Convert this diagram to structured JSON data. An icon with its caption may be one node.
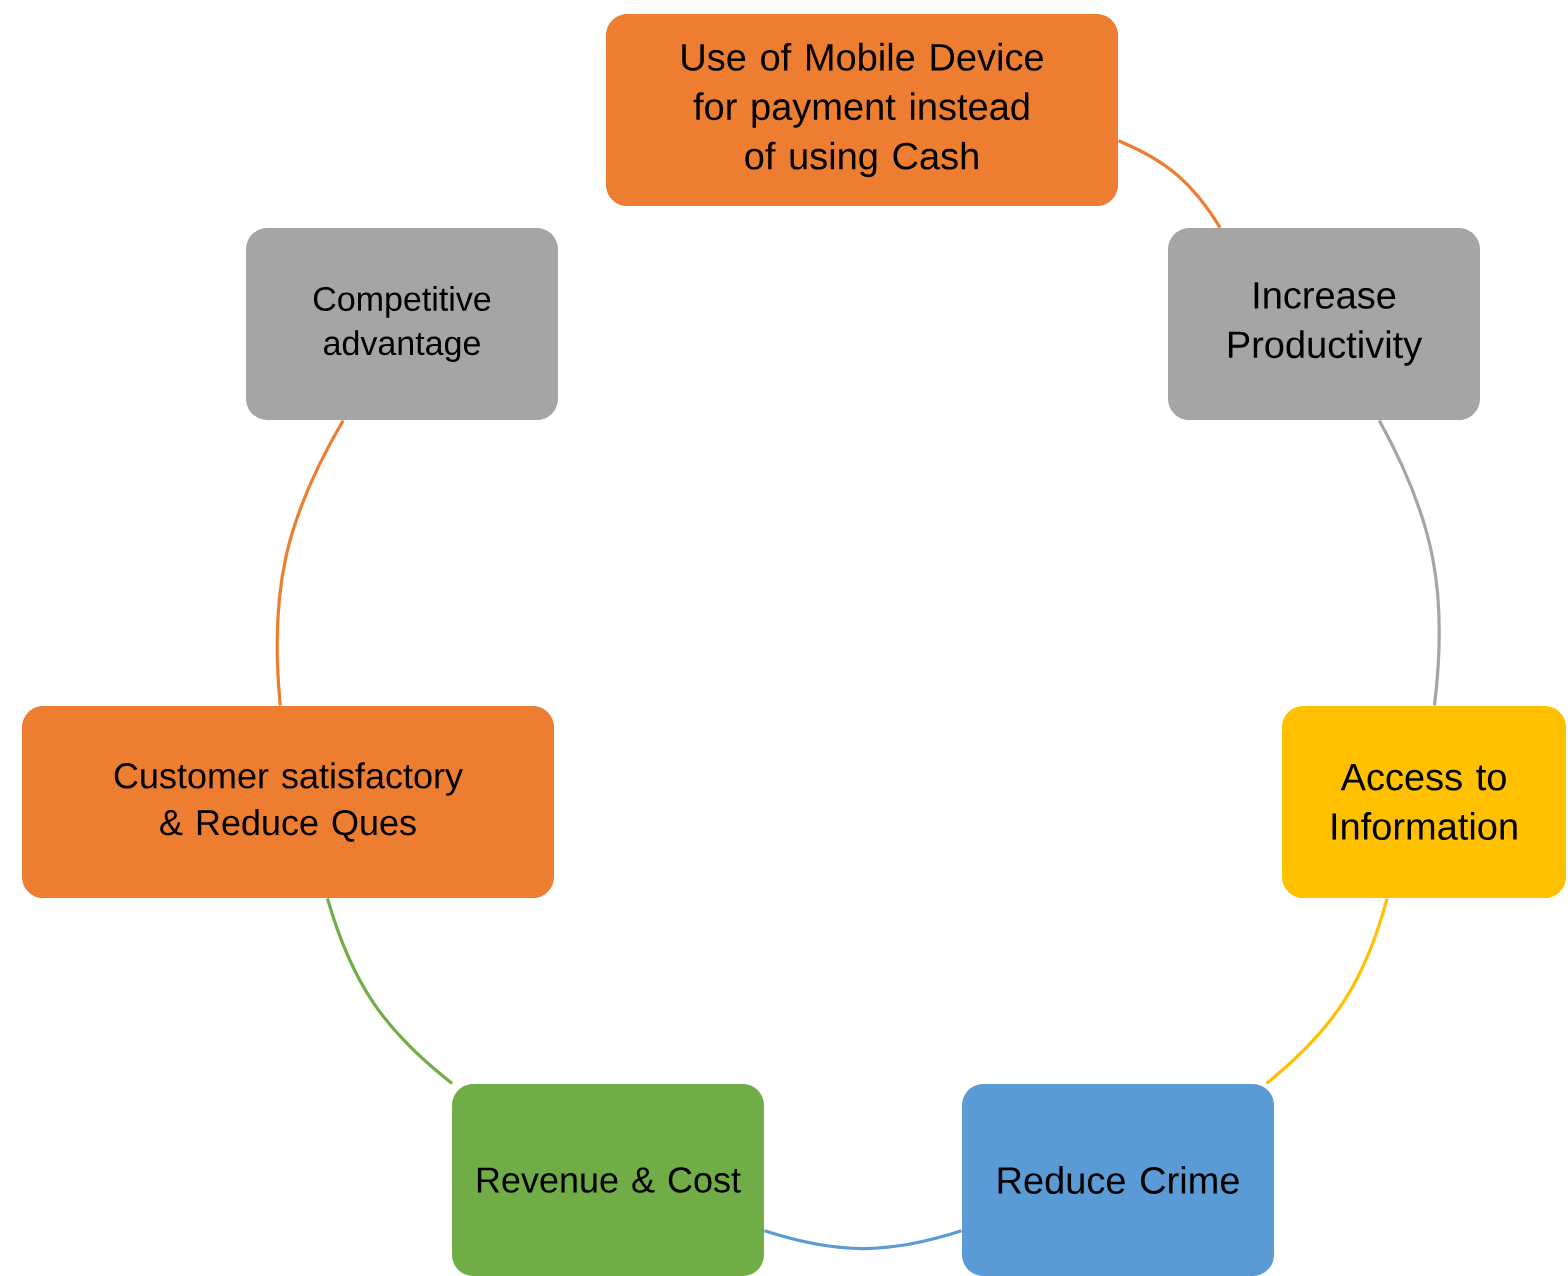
{
  "diagram": {
    "nodes": [
      {
        "text": [
          "Use of Mobile Device for payment instead of using Cash"
        ]
      },
      {
        "text": [
          "Increase Productivity"
        ]
      },
      {
        "text": [
          "Access to Information"
        ]
      },
      {
        "text": [
          "Reduce Crime"
        ]
      },
      {
        "text": [
          "Revenue & Cost"
        ]
      },
      {
        "text": [
          "Customer satisfactory & Reduce Ques"
        ]
      },
      {
        "text": [
          "Competitive advantage"
        ]
      }
    ],
    "edges": [
      {
        "from": 0,
        "to": 1,
        "arrow": "none",
        "color": "#ed7d31"
      },
      {
        "from": 1,
        "to": 2,
        "arrow": "none",
        "color": "#a5a5a5"
      },
      {
        "from": 2,
        "to": 3,
        "arrow": "none",
        "color": "#ffc000"
      },
      {
        "from": 3,
        "to": 4,
        "arrow": "none",
        "color": "#5b9bd5"
      },
      {
        "from": 4,
        "to": 5,
        "arrow": "none",
        "color": "#70ad47"
      },
      {
        "from": 5,
        "to": 6,
        "arrow": "none",
        "color": "#ed7d31"
      }
    ]
  }
}
